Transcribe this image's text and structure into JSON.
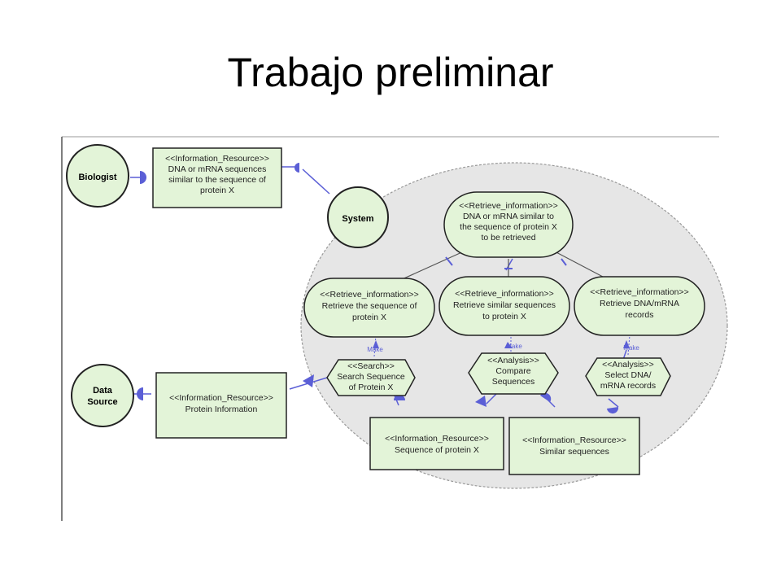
{
  "slide": {
    "title": "Trabajo preliminar"
  },
  "colors": {
    "node_fill": "#e3f4d8",
    "node_stroke": "#222222",
    "boundary_fill": "#e6e6e6",
    "connector": "#5b5fd6",
    "line": "#555555"
  },
  "diagram": {
    "actors": {
      "biologist": "Biologist",
      "system": "System",
      "data_source": "Data Source"
    },
    "resource_biologist": [
      "<<Information_Resource>>",
      "DNA or mRNA sequences",
      "similar to the sequence of",
      "protein X"
    ],
    "resource_protein_info": [
      "<<Information_Resource>>",
      "Protein Information"
    ],
    "goal_main": [
      "<<Retrieve_information>>",
      "DNA or mRNA similar to",
      "the sequence of protein X",
      "to be retrieved"
    ],
    "goal_retrieve_seq": [
      "<<Retrieve_information>>",
      "Retrieve the sequence of",
      "protein X"
    ],
    "goal_retrieve_similar": [
      "<<Retrieve_information>>",
      "Retrieve similar sequences",
      "to protein X"
    ],
    "goal_retrieve_dna": [
      "<<Retrieve_information>>",
      "Retrieve DNA/mRNA",
      "records"
    ],
    "task_search": [
      "<<Search>>",
      "Search Sequence",
      "of Protein X"
    ],
    "task_compare": [
      "<<Analysis>>",
      "Compare",
      "Sequences"
    ],
    "task_select": [
      "<<Analysis>>",
      "Select DNA/",
      "mRNA records"
    ],
    "resource_sequence": [
      "<<Information_Resource>>",
      "Sequence of protein X"
    ],
    "resource_similar": [
      "<<Information_Resource>>",
      "Similar sequences"
    ],
    "make_label": "Make"
  }
}
